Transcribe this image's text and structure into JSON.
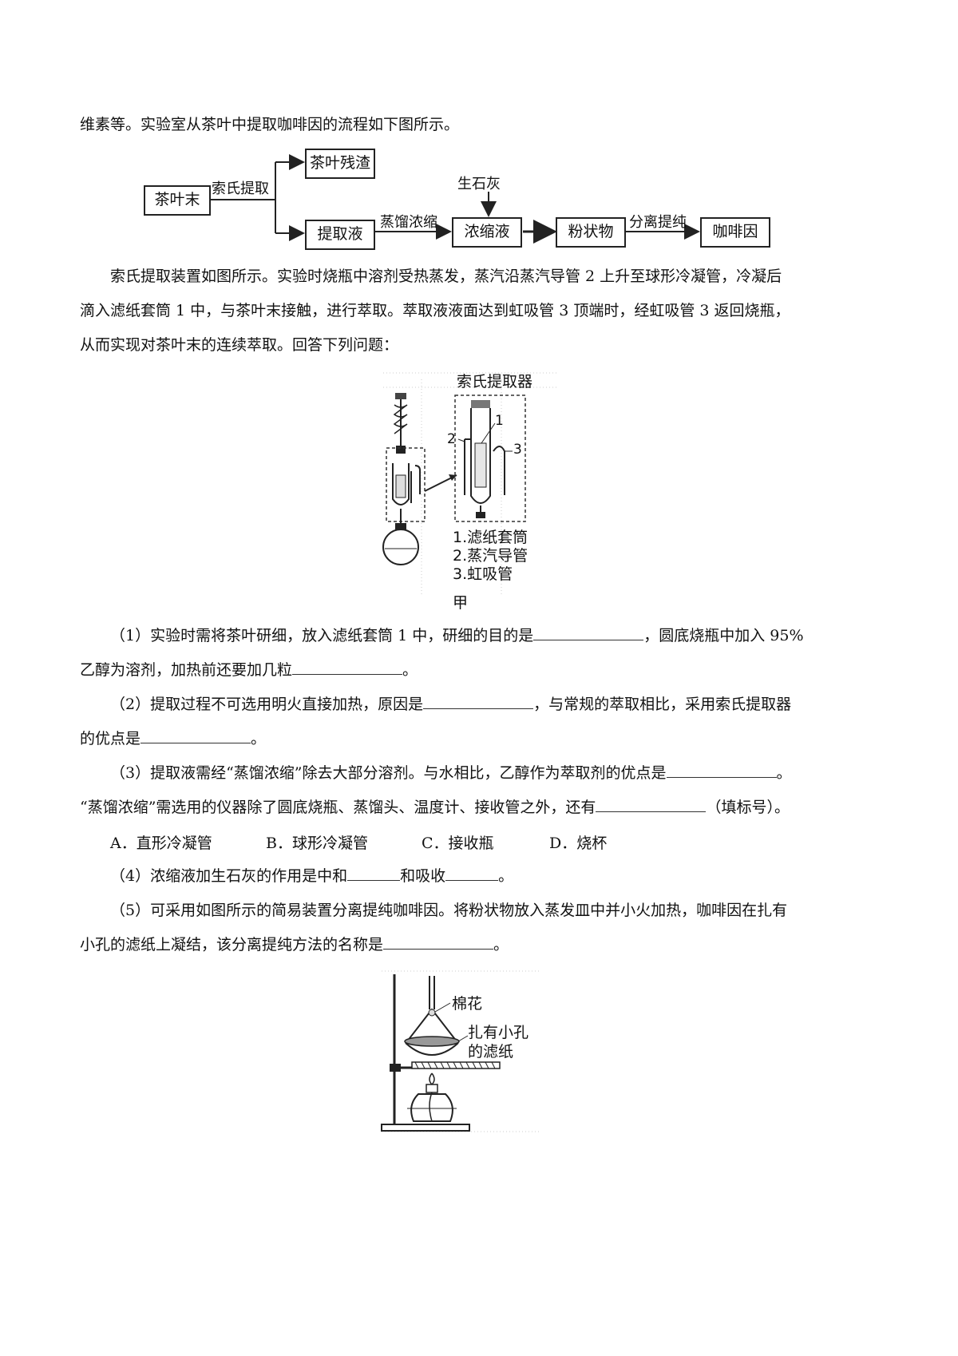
{
  "intro_line": "维素等。实验室从茶叶中提取咖啡因的流程如下图所示。",
  "flow": {
    "boxes": {
      "tea_powder": "茶叶末",
      "tea_residue": "茶叶残渣",
      "extract_liquid": "提取液",
      "concentrate": "浓缩液",
      "powder": "粉状物",
      "caffeine": "咖啡因"
    },
    "labels": {
      "soxhlet": "索氏提取",
      "quicklime": "生石灰",
      "distill": "蒸馏浓缩",
      "separate": "分离提纯"
    }
  },
  "para": {
    "l1": "索氏提取装置如图所示。实验时烧瓶中溶剂受热蒸发，蒸汽沿蒸汽导管 2 上升至球形冷凝管，冷凝后",
    "l2": "滴入滤纸套筒 1 中，与茶叶末接触，进行萃取。萃取液液面达到虹吸管 3 顶端时，经虹吸管 3 返回烧瓶，",
    "l3": "从而实现对茶叶末的连续萃取。回答下列问题："
  },
  "fig1": {
    "title": "索氏提取器",
    "num1": "1",
    "num2": "2",
    "num3": "3",
    "legend1": "1.滤纸套筒",
    "legend2": "2.蒸汽导管",
    "legend3": "3.虹吸管",
    "caption": "甲"
  },
  "q1": {
    "a": "（1）实验时需将茶叶研细，放入滤纸套筒 1 中，研细的目的是",
    "b": "，圆底烧瓶中加入 95%",
    "c": "乙醇为溶剂，加热前还要加几粒",
    "d": "。"
  },
  "q2": {
    "a": "（2）提取过程不可选用明火直接加热，原因是",
    "b": "，与常规的萃取相比，采用索氏提取器",
    "c": "的优点是",
    "d": "。"
  },
  "q3": {
    "a": "（3）提取液需经“蒸馏浓缩”除去大部分溶剂。与水相比，乙醇作为萃取剂的优点是",
    "b": "。",
    "c": "“蒸馏浓缩”需选用的仪器除了圆底烧瓶、蒸馏头、温度计、接收管之外，还有",
    "d": "（填标号）。"
  },
  "options": {
    "A": "A．直形冷凝管",
    "B": "B．球形冷凝管",
    "C": "C．接收瓶",
    "D": "D．烧杯"
  },
  "q4": {
    "a": "（4）浓缩液加生石灰的作用是中和",
    "b": "和吸收",
    "c": "。"
  },
  "q5": {
    "a": "（5）可采用如图所示的简易装置分离提纯咖啡因。将粉状物放入蒸发皿中并小火加热，咖啡因在扎有",
    "b": "小孔的滤纸上凝结，该分离提纯方法的名称是",
    "c": "。"
  },
  "fig2": {
    "cotton": "棉花",
    "paper1": "扎有小孔",
    "paper2": "的滤纸"
  }
}
